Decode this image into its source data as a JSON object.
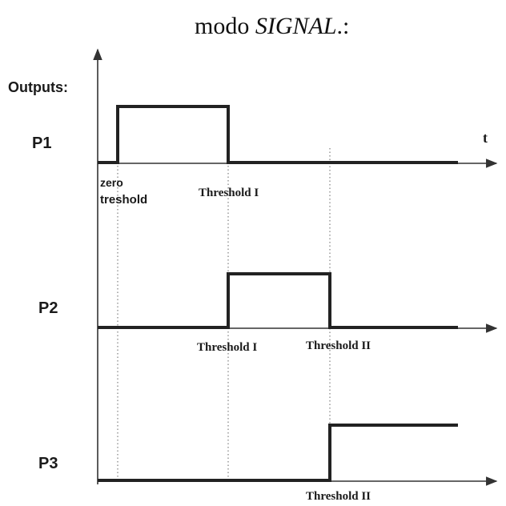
{
  "title": {
    "prefix": "modo ",
    "italic": "SIGNAL",
    "suffix": ".:"
  },
  "outputs_label": "Outputs:",
  "time_label": "t",
  "channels": [
    {
      "name": "P1",
      "high_from": "zero treshold",
      "high_until": "Threshold I"
    },
    {
      "name": "P2",
      "high_from": "Threshold I",
      "high_until": "Threshold II"
    },
    {
      "name": "P3",
      "high_from": "Threshold II",
      "high_until": ""
    }
  ],
  "threshold_labels": {
    "zero_line1": "zero",
    "zero_line2": "treshold",
    "p1_threshold1": "Threshold I",
    "p2_threshold1": "Threshold I",
    "p2_threshold2": "Threshold II",
    "p3_threshold2": "Threshold II"
  },
  "colors": {
    "signal": "#222222",
    "axis": "#333333",
    "text": "#1a1a1a"
  }
}
